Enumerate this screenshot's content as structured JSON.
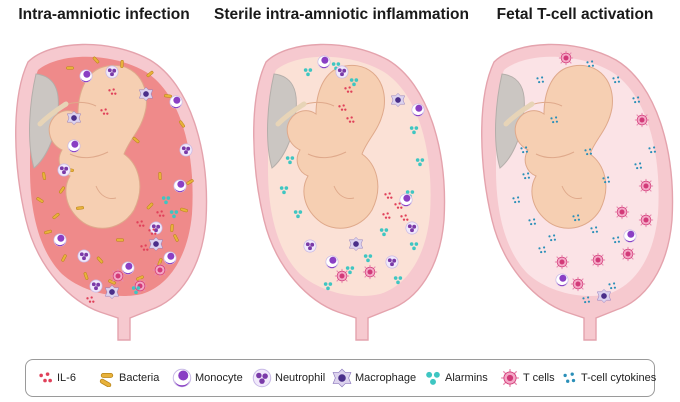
{
  "panels": [
    {
      "title": "Intra-amniotic infection"
    },
    {
      "title": "Sterile intra-amniotic inflammation"
    },
    {
      "title": "Fetal T-cell activation"
    }
  ],
  "legend": [
    {
      "label": "IL-6",
      "icon": "il6-icon"
    },
    {
      "label": "Bacteria",
      "icon": "bacteria-icon"
    },
    {
      "label": "Monocyte",
      "icon": "monocyte-icon"
    },
    {
      "label": "Neutrophil",
      "icon": "neutrophil-icon"
    },
    {
      "label": "Macrophage",
      "icon": "macrophage-icon"
    },
    {
      "label": "Alarmins",
      "icon": "alarmins-icon"
    },
    {
      "label": "T cells",
      "icon": "t-cell-icon"
    },
    {
      "label": "T-cell cytokines",
      "icon": "t-cell-cytokines-icon"
    }
  ],
  "colors": {
    "infection_fluid": "#ef8a8a",
    "sterile_fluid": "#fbe1d6",
    "tcell_fluid": "#fbe3e6",
    "uterus_wall": "#f6c9cf",
    "placenta": "#cbc6c2",
    "fetus_skin": "#f6cfb2",
    "il6": "#e0415a",
    "bacteria": "#e8b23a",
    "monocyte": "#8a3fc4",
    "neutrophil": "#7a3aa8",
    "macrophage": "#4a2f8a",
    "alarmins": "#3ec6c2",
    "t_cell": "#d23a78",
    "cytokines": "#2a8fb8"
  }
}
